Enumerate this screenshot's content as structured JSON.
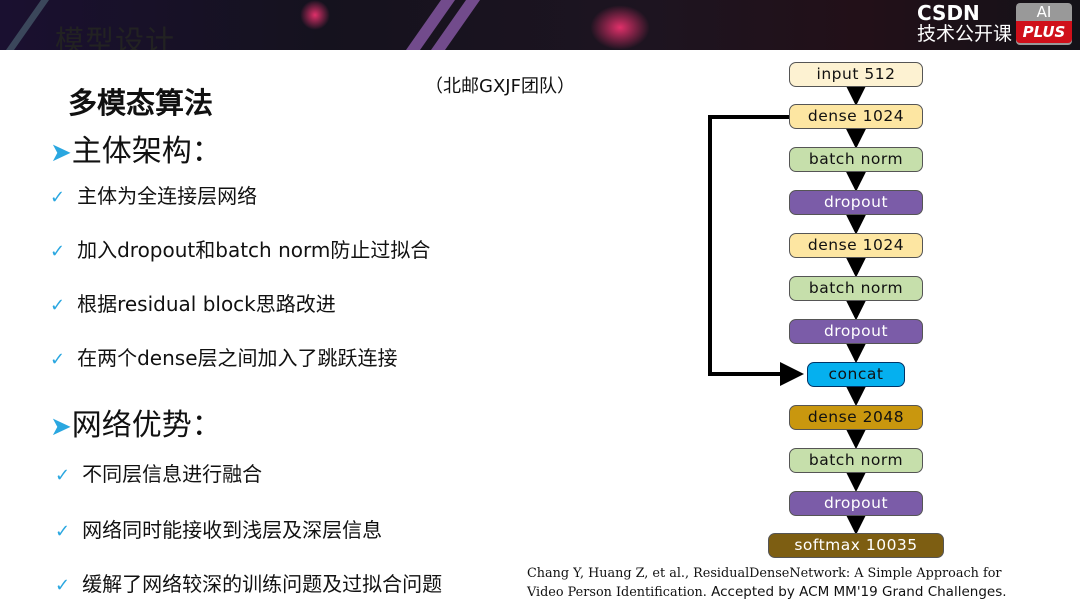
{
  "header": {
    "title": "模型设计",
    "logo": {
      "line1": "CSDN",
      "line2": "技术公开课",
      "badge_top": "AI",
      "badge_bottom": "PLUS"
    }
  },
  "heading": "多模态算法",
  "team": "（北邮GXJF团队）",
  "sections": [
    {
      "title": "主体架构：",
      "items": [
        "主体为全连接层网络",
        "加入dropout和batch norm防止过拟合",
        "根据residual block思路改进",
        "在两个dense层之间加入了跳跃连接"
      ]
    },
    {
      "title": "网络优势：",
      "items": [
        "不同层信息进行融合",
        "网络同时能接收到浅层及深层信息",
        "缓解了网络较深的训练问题及过拟合问题"
      ]
    }
  ],
  "diagram": {
    "nodes": [
      {
        "label": "input 512",
        "kind": "input"
      },
      {
        "label": "dense 1024",
        "kind": "dense"
      },
      {
        "label": "batch norm",
        "kind": "bn"
      },
      {
        "label": "dropout",
        "kind": "dropout"
      },
      {
        "label": "dense 1024",
        "kind": "dense"
      },
      {
        "label": "batch norm",
        "kind": "bn"
      },
      {
        "label": "dropout",
        "kind": "dropout"
      },
      {
        "label": "concat",
        "kind": "concat"
      },
      {
        "label": "dense 2048",
        "kind": "dense2"
      },
      {
        "label": "batch norm",
        "kind": "bn"
      },
      {
        "label": "dropout",
        "kind": "dropout"
      },
      {
        "label": "softmax 10035",
        "kind": "softmax"
      }
    ],
    "colors": {
      "input": "#fdf2d2",
      "dense": "#fde6a2",
      "bn": "#c6dfab",
      "dropout": "#7b5ca8",
      "concat": "#05b0ef",
      "dense2": "#c9970e",
      "softmax": "#7d5e12"
    }
  },
  "citation": {
    "line1": "Chang Y, Huang Z, et al., ResidualDenseNetwork: A Simple Approach for",
    "line2a": "Video Person Identification.",
    "line2b": " Accepted by ACM MM'19 Grand Challenges."
  }
}
